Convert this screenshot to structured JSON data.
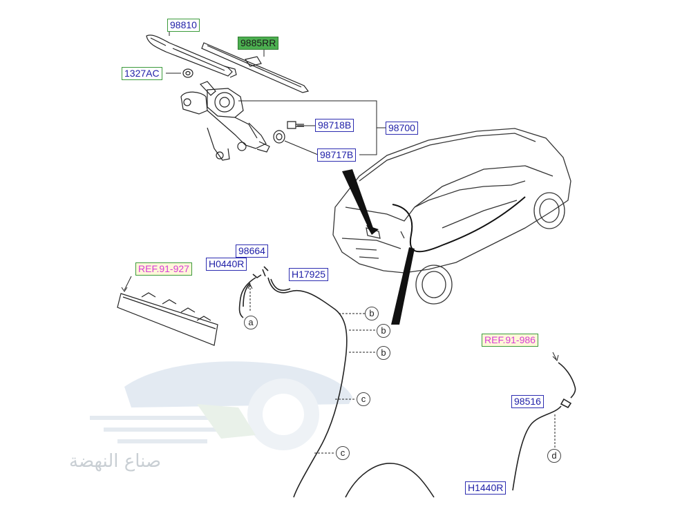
{
  "diagram": {
    "part_labels": {
      "p98810": "98810",
      "p9885RR": "9885RR",
      "p1327AC": "1327AC",
      "p98718B": "98718B",
      "p98700": "98700",
      "p98717B": "98717B",
      "p98664": "98664",
      "pH0440R": "H0440R",
      "pH17925": "H17925",
      "pREF91927": "REF.91-927",
      "pREF91986": "REF.91-986",
      "p98516": "98516",
      "pH1440R": "H1440R"
    },
    "callouts": {
      "a": "a",
      "b1": "b",
      "b2": "b",
      "b3": "b",
      "c1": "c",
      "c2": "c",
      "d": "d"
    }
  },
  "watermark": {
    "text": "صناع النهضة"
  },
  "colors": {
    "blue_border": "#2b2bb0",
    "green_border": "#3a9a3a",
    "green_fill": "#4caf50",
    "ref_text": "#d63dd6",
    "line": "#222222"
  }
}
